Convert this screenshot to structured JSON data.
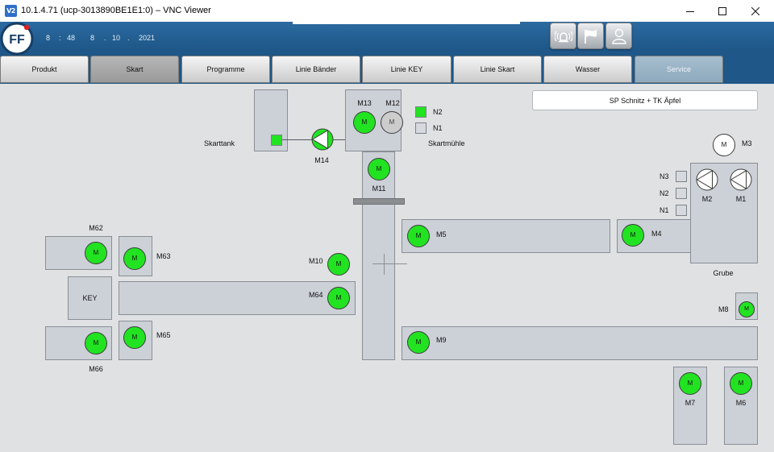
{
  "window": {
    "app_icon_text": "V2",
    "title": "10.1.4.71 (ucp-3013890BE1E1:0) – VNC Viewer",
    "controls": [
      "minimize-icon",
      "maximize-icon",
      "close-icon"
    ]
  },
  "header": {
    "logo_text": "FF",
    "time": {
      "hour": "8",
      "separator": ":",
      "minute": "48"
    },
    "date": {
      "day": "8",
      "separator": ".",
      "month": "10",
      "year": "2021"
    },
    "buttons": [
      {
        "icon": "alarm-icon"
      },
      {
        "icon": "flag-icon"
      },
      {
        "icon": "user-icon"
      }
    ]
  },
  "tabs": [
    {
      "label": "Produkt",
      "selected": false,
      "enabled": true
    },
    {
      "label": "Skart",
      "selected": true,
      "enabled": true
    },
    {
      "label": "Programme",
      "selected": false,
      "enabled": true
    },
    {
      "label": "Linie Bänder",
      "selected": false,
      "enabled": true
    },
    {
      "label": "Linie KEY",
      "selected": false,
      "enabled": true
    },
    {
      "label": "Linie Skart",
      "selected": false,
      "enabled": true
    },
    {
      "label": "Wasser",
      "selected": false,
      "enabled": true
    },
    {
      "label": "Service",
      "selected": false,
      "enabled": false
    }
  ],
  "program_button": {
    "label": "SP Schnitz + TK Äpfel"
  },
  "diagram": {
    "motor_symbol": "M",
    "areas": {
      "skarttank": "Skarttank",
      "skartmuehle": "Skartmühle",
      "grube": "Grube",
      "key": "KEY"
    },
    "skarttank_indicator": {
      "fill": "#22e322"
    },
    "motors": {
      "M1": {
        "label": "M1",
        "fill": "#ffffff"
      },
      "M2": {
        "label": "M2",
        "fill": "#ffffff"
      },
      "M3": {
        "label": "M3",
        "fill": "#ffffff"
      },
      "M4": {
        "label": "M4",
        "fill": "#22e322"
      },
      "M5": {
        "label": "M5",
        "fill": "#22e322"
      },
      "M6": {
        "label": "M6",
        "fill": "#22e322"
      },
      "M7": {
        "label": "M7",
        "fill": "#22e322"
      },
      "M8": {
        "label": "M8",
        "fill": "#22e322"
      },
      "M9": {
        "label": "M9",
        "fill": "#22e322"
      },
      "M10": {
        "label": "M10",
        "fill": "#22e322"
      },
      "M11": {
        "label": "M11",
        "fill": "#22e322"
      },
      "M12": {
        "label": "M12",
        "fill": "#cccccc"
      },
      "M13": {
        "label": "M13",
        "fill": "#22e322"
      },
      "M14": {
        "label": "M14",
        "fill": "#22e322"
      },
      "M62": {
        "label": "M62",
        "fill": "#22e322"
      },
      "M63": {
        "label": "M63",
        "fill": "#22e322"
      },
      "M64": {
        "label": "M64",
        "fill": "#22e322"
      },
      "M65": {
        "label": "M65",
        "fill": "#22e322"
      },
      "M66": {
        "label": "M66",
        "fill": "#22e322"
      }
    },
    "sensors": {
      "skartmuehle": [
        {
          "label": "N2",
          "fill": "#22e322"
        },
        {
          "label": "N1",
          "fill": "#d6d9de"
        }
      ],
      "grube": [
        {
          "label": "N3",
          "fill": "#d6d9de"
        },
        {
          "label": "N2",
          "fill": "#d6d9de"
        },
        {
          "label": "N1",
          "fill": "#d6d9de"
        }
      ]
    }
  },
  "colors": {
    "header": "#1e5788",
    "background": "#dfe1e3",
    "box": "#ccd0d7",
    "box_border": "#8a8f96",
    "tab_selected": "#9a9a9a",
    "tab_disabled": "#8eaabe"
  }
}
